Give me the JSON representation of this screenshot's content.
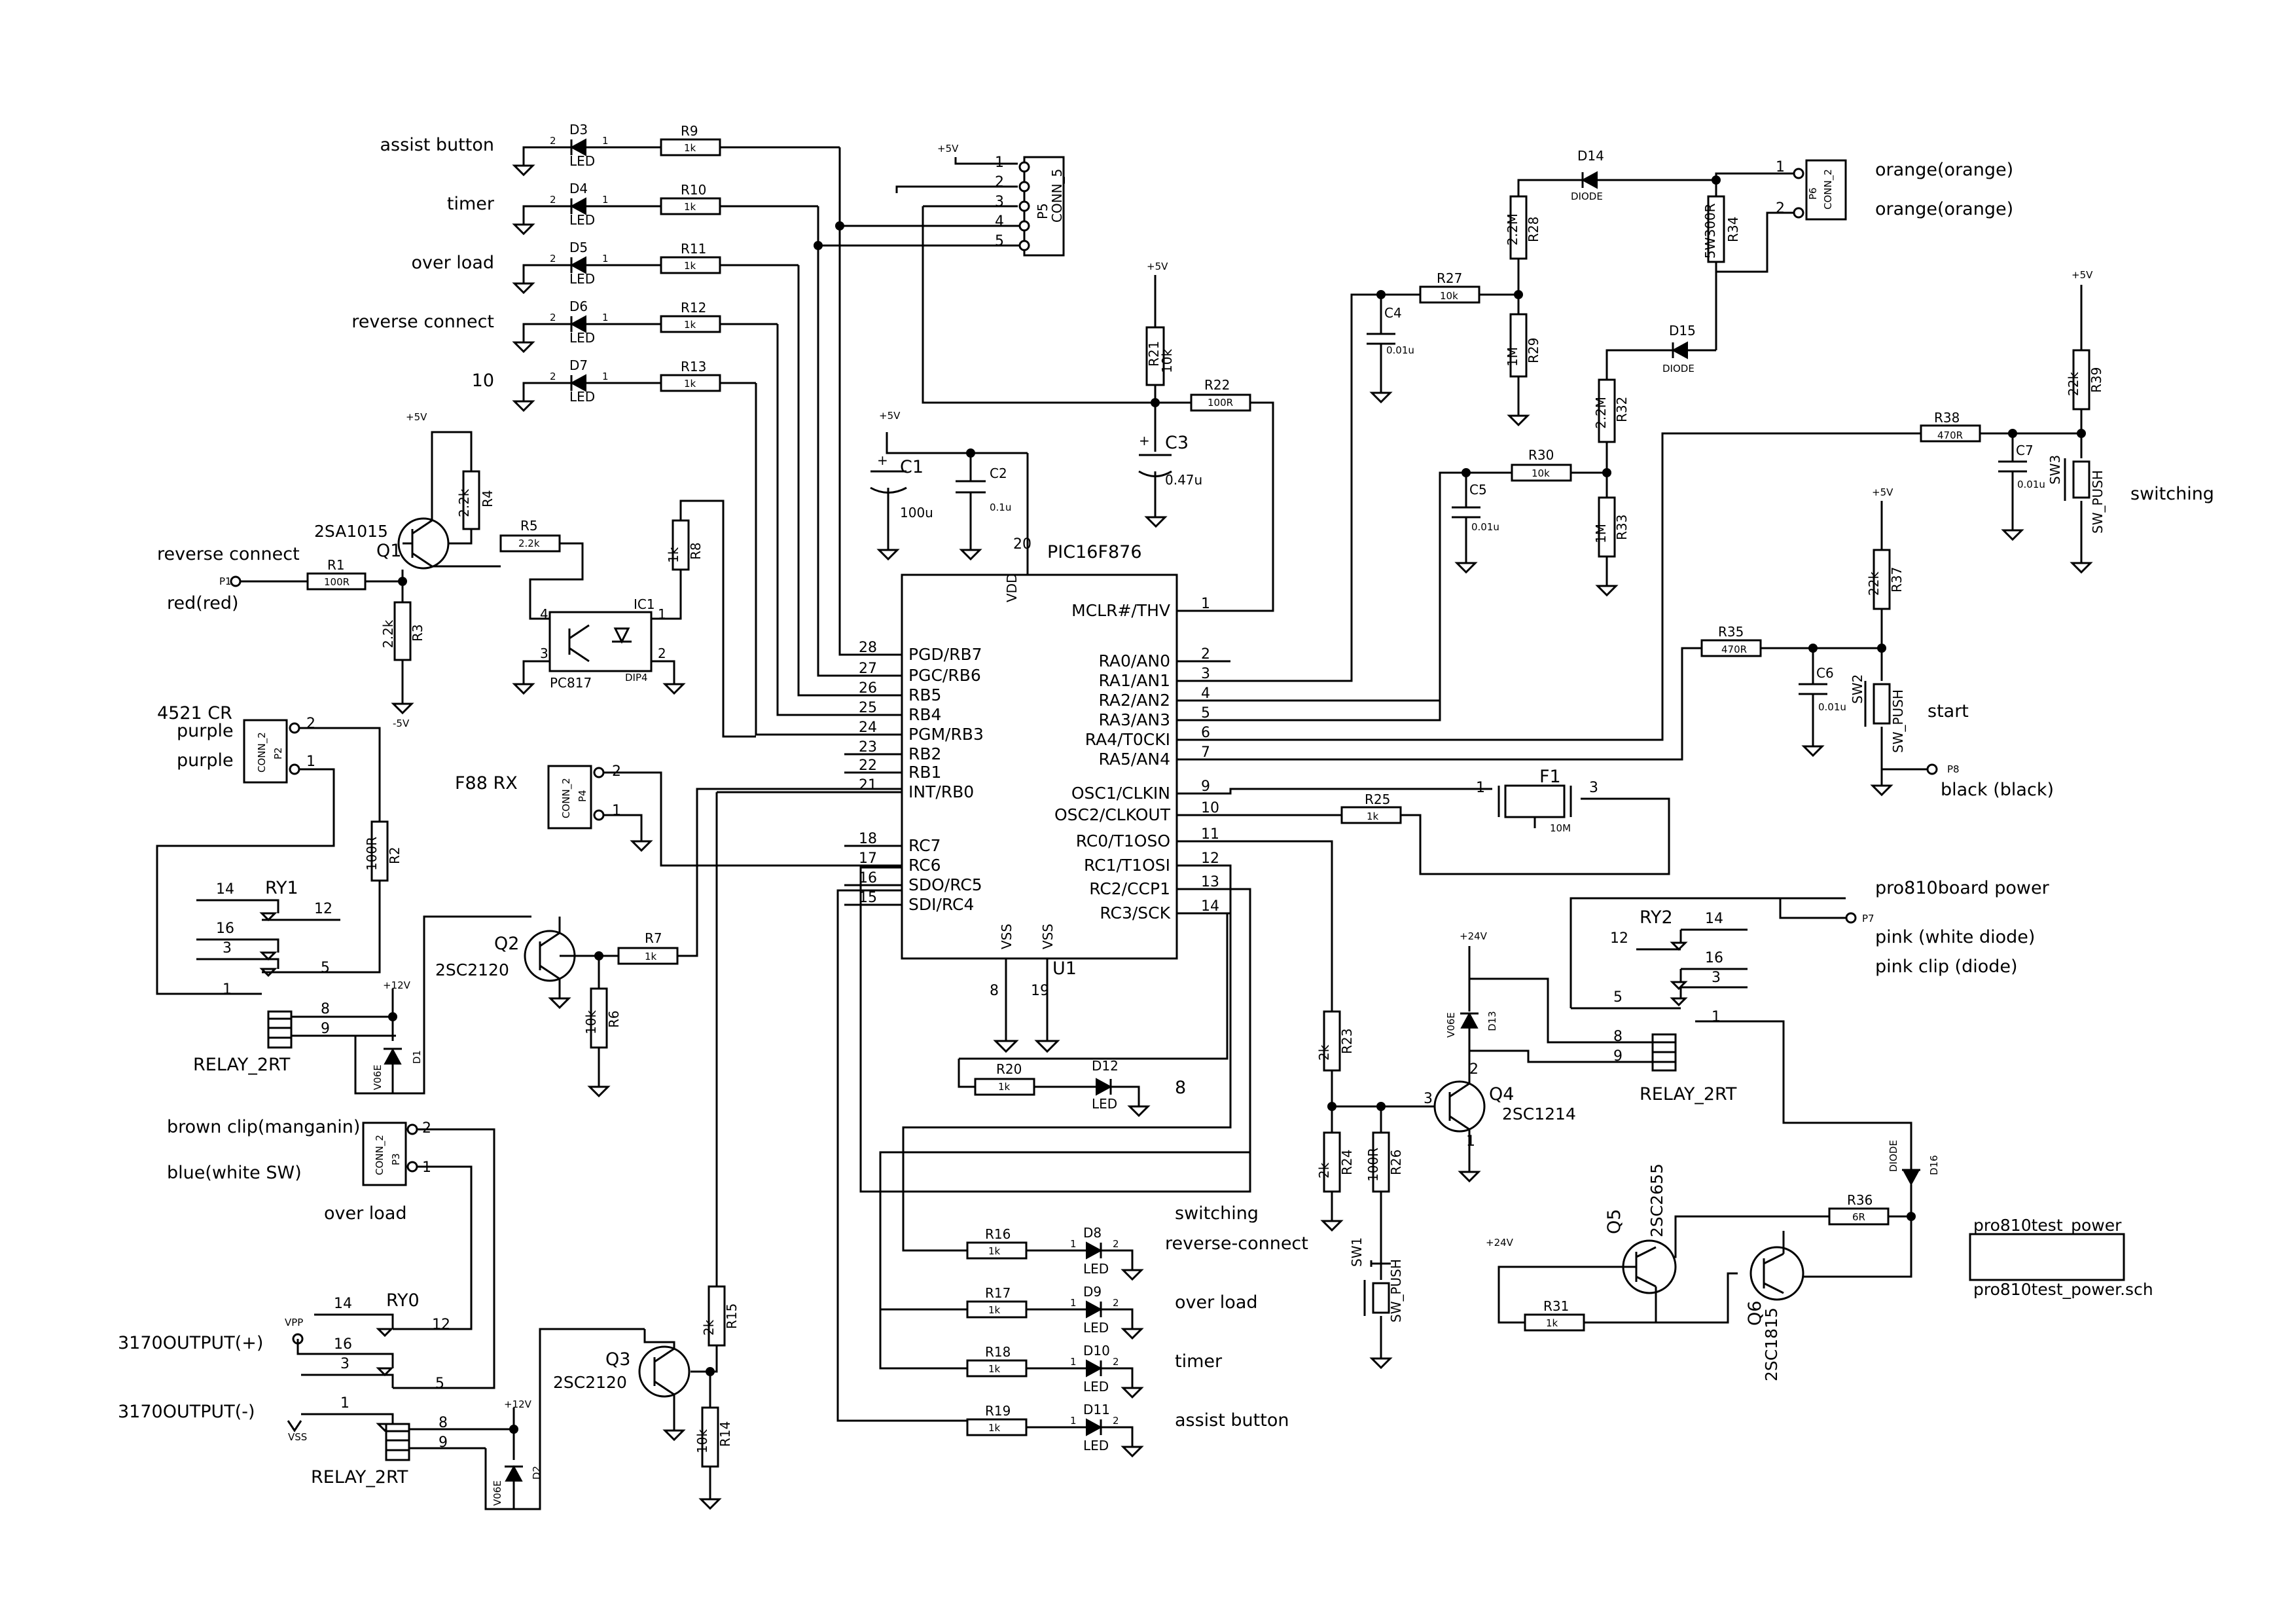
{
  "mcu": {
    "name": "PIC16F876",
    "ref": "U1",
    "left_pins": [
      {
        "num": "28",
        "name": "PGD/RB7"
      },
      {
        "num": "27",
        "name": "PGC/RB6"
      },
      {
        "num": "26",
        "name": "RB5"
      },
      {
        "num": "25",
        "name": "RB4"
      },
      {
        "num": "24",
        "name": "PGM/RB3"
      },
      {
        "num": "23",
        "name": "RB2"
      },
      {
        "num": "22",
        "name": "RB1"
      },
      {
        "num": "21",
        "name": "INT/RB0"
      },
      {
        "num": "18",
        "name": "RC7"
      },
      {
        "num": "17",
        "name": "RC6"
      },
      {
        "num": "16",
        "name": "SDO/RC5"
      },
      {
        "num": "15",
        "name": "SDI/RC4"
      }
    ],
    "right_pins": [
      {
        "num": "1",
        "name": "MCLR#/THV"
      },
      {
        "num": "2",
        "name": "RA0/AN0"
      },
      {
        "num": "3",
        "name": "RA1/AN1"
      },
      {
        "num": "4",
        "name": "RA2/AN2"
      },
      {
        "num": "5",
        "name": "RA3/AN3"
      },
      {
        "num": "6",
        "name": "RA4/T0CKI"
      },
      {
        "num": "7",
        "name": "RA5/AN4"
      },
      {
        "num": "9",
        "name": "OSC1/CLKIN"
      },
      {
        "num": "10",
        "name": "OSC2/CLKOUT"
      },
      {
        "num": "11",
        "name": "RC0/T1OSO"
      },
      {
        "num": "12",
        "name": "RC1/T1OSI"
      },
      {
        "num": "13",
        "name": "RC2/CCP1"
      },
      {
        "num": "14",
        "name": "RC3/SCK"
      }
    ],
    "vdd_label": "VDD",
    "vdd_pin": "20",
    "vss_label": "VSS",
    "vss_pins": [
      "8",
      "19"
    ]
  },
  "led_rows_top": [
    {
      "label": "assist button",
      "ref": "D3",
      "res": "R9",
      "val": "1k"
    },
    {
      "label": "timer",
      "ref": "D4",
      "res": "R10",
      "val": "1k"
    },
    {
      "label": "over load",
      "ref": "D5",
      "res": "R11",
      "val": "1k"
    },
    {
      "label": "reverse connect",
      "ref": "D6",
      "res": "R12",
      "val": "1k"
    },
    {
      "label": "10",
      "ref": "D7",
      "res": "R13",
      "val": "1k"
    }
  ],
  "led_rows_bottom": [
    {
      "label": "switching",
      "label2": "reverse-connect",
      "ref": "D8",
      "res": "R16",
      "val": "1k"
    },
    {
      "label": "over load",
      "label2": "",
      "ref": "D9",
      "res": "R17",
      "val": "1k"
    },
    {
      "label": "timer",
      "label2": "",
      "ref": "D10",
      "res": "R18",
      "val": "1k"
    },
    {
      "label": "assist button",
      "label2": "",
      "ref": "D11",
      "res": "R19",
      "val": "1k"
    }
  ],
  "led_text": "LED",
  "texts": {
    "reverse_connect": "reverse connect",
    "red": "red(red)",
    "cr4521": "4521 CR",
    "purple": "purple",
    "f88rx": "F88 RX",
    "brown": "brown clip(manganin)",
    "blue": "blue(white SW)",
    "overload": "over load",
    "out_pos": "3170OUTPUT(+)",
    "out_neg": "3170OUTPUT(-)",
    "orange": "orange(orange)",
    "switching": "switching",
    "start": "start",
    "black": "black (black)",
    "pro810power": "pro810board power",
    "pink_white": "pink (white diode)",
    "pink_clip": "pink clip (diode)",
    "sheet_name": "pro810test_power",
    "sheet_file": "pro810test_power.sch",
    "d12_label": "8"
  },
  "refs": {
    "Q1": "Q1",
    "Q1_type": "2SA1015",
    "Q2": "Q2",
    "Q2_type": "2SC2120",
    "Q3": "Q3",
    "Q3_type": "2SC2120",
    "Q4": "Q4",
    "Q4_type": "2SC1214",
    "Q5": "Q5",
    "Q5_type": "2SC2655",
    "Q6": "Q6",
    "Q6_type": "2SC1815",
    "IC1": "IC1",
    "IC1_type": "PC817",
    "IC1_pkg": "DIP4",
    "RY0": "RY0",
    "RY1": "RY1",
    "RY2": "RY2",
    "relay_type": "RELAY_2RT",
    "P1": "P1",
    "P2": "P2",
    "P3": "P3",
    "P4": "P4",
    "P5": "P5",
    "P6": "P6",
    "P7": "P7",
    "P8": "P8",
    "conn2": "CONN_2",
    "conn5": "CONN_5",
    "F1": "F1",
    "F1_val": "10M",
    "SW1": "SW1",
    "SW2": "SW2",
    "SW3": "SW3",
    "sw_push": "SW_PUSH",
    "D1": "D1",
    "D2": "D2",
    "D12": "D12",
    "D13": "D13",
    "D14": "D14",
    "D15": "D15",
    "D16": "D16",
    "V06E": "V06E",
    "diode": "DIODE"
  },
  "components": {
    "C1": {
      "ref": "C1",
      "val": "100u"
    },
    "C2": {
      "ref": "C2",
      "val": "0.1u"
    },
    "C3": {
      "ref": "C3",
      "val": "0.47u"
    },
    "C4": {
      "ref": "C4",
      "val": "0.01u"
    },
    "C5": {
      "ref": "C5",
      "val": "0.01u"
    },
    "C6": {
      "ref": "C6",
      "val": "0.01u"
    },
    "C7": {
      "ref": "C7",
      "val": "0.01u"
    },
    "R1": {
      "ref": "R1",
      "val": "100R"
    },
    "R2": {
      "ref": "R2",
      "val": "100R"
    },
    "R3": {
      "ref": "R3",
      "val": "2.2k"
    },
    "R4": {
      "ref": "R4",
      "val": "2.2k"
    },
    "R5": {
      "ref": "R5",
      "val": "2.2k"
    },
    "R6": {
      "ref": "R6",
      "val": "10k"
    },
    "R7": {
      "ref": "R7",
      "val": "1k"
    },
    "R8": {
      "ref": "R8",
      "val": "1k"
    },
    "R14": {
      "ref": "R14",
      "val": "10k"
    },
    "R15": {
      "ref": "R15",
      "val": "2k"
    },
    "R20": {
      "ref": "R20",
      "val": "1k"
    },
    "R21": {
      "ref": "R21",
      "val": "10k"
    },
    "R22": {
      "ref": "R22",
      "val": "100R"
    },
    "R23": {
      "ref": "R23",
      "val": "2k"
    },
    "R24": {
      "ref": "R24",
      "val": "2k"
    },
    "R25": {
      "ref": "R25",
      "val": "1k"
    },
    "R26": {
      "ref": "R26",
      "val": "100R"
    },
    "R27": {
      "ref": "R27",
      "val": "10k"
    },
    "R28": {
      "ref": "R28",
      "val": "2.2M"
    },
    "R29": {
      "ref": "R29",
      "val": "1M"
    },
    "R30": {
      "ref": "R30",
      "val": "10k"
    },
    "R31": {
      "ref": "R31",
      "val": "1k"
    },
    "R32": {
      "ref": "R32",
      "val": "2.2M"
    },
    "R33": {
      "ref": "R33",
      "val": "1M"
    },
    "R34": {
      "ref": "R34",
      "val": "5W300R"
    },
    "R35": {
      "ref": "R35",
      "val": "470R"
    },
    "R36": {
      "ref": "R36",
      "val": "6R"
    },
    "R37": {
      "ref": "R37",
      "val": "22k"
    },
    "R38": {
      "ref": "R38",
      "val": "470R"
    },
    "R39": {
      "ref": "R39",
      "val": "22k"
    }
  },
  "power": {
    "p5v": "+5V",
    "p12v": "+12V",
    "p24v": "+24V",
    "m5v": "-5V",
    "vpp": "VPP",
    "vss": "VSS"
  }
}
